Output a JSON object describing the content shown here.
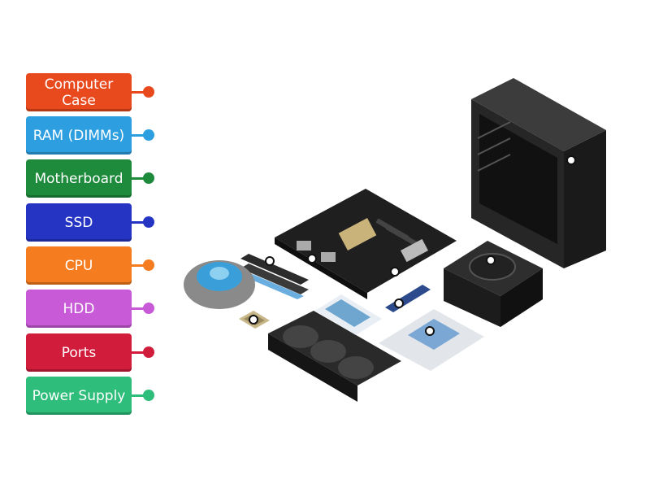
{
  "labels": [
    {
      "id": "computer-case",
      "text": "Computer Case",
      "color": "#e8491d"
    },
    {
      "id": "ram",
      "text": "RAM (DIMMs)",
      "color": "#2d9fe0"
    },
    {
      "id": "motherboard",
      "text": "Motherboard",
      "color": "#1e8a3c"
    },
    {
      "id": "ssd",
      "text": "SSD",
      "color": "#2634c4"
    },
    {
      "id": "cpu",
      "text": "CPU",
      "color": "#f57c1f"
    },
    {
      "id": "hdd",
      "text": "HDD",
      "color": "#c85ad8"
    },
    {
      "id": "ports",
      "text": "Ports",
      "color": "#d21c3c"
    },
    {
      "id": "power-supply",
      "text": "Power Supply",
      "color": "#2ebd7a"
    }
  ]
}
